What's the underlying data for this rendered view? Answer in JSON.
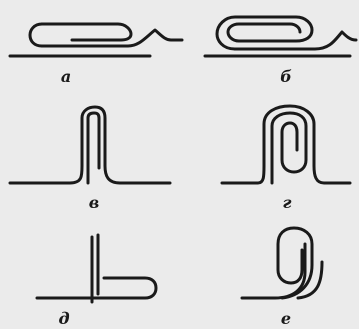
{
  "labels": [
    "а",
    "б",
    "в",
    "г",
    "д",
    "е"
  ]
}
